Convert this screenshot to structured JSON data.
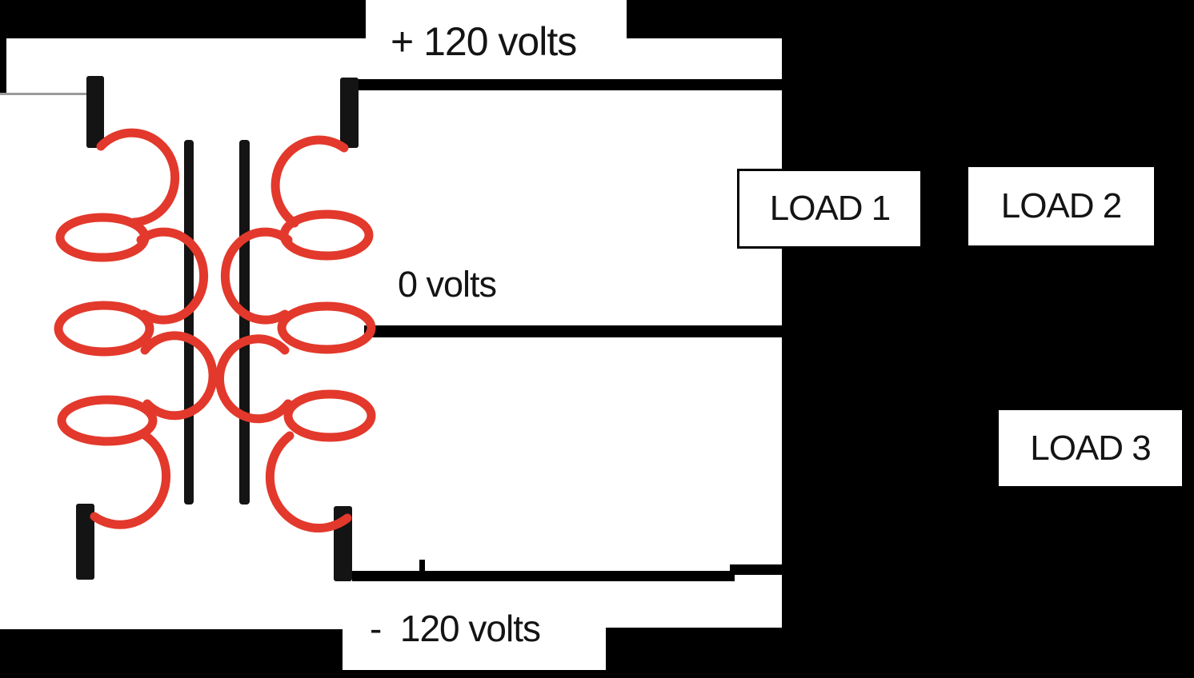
{
  "labels": {
    "top_voltage": "+ 120 volts",
    "center_tap_voltage": "0 volts",
    "bottom_voltage": "-  120 volts"
  },
  "loads": [
    {
      "label": "LOAD 1"
    },
    {
      "label": "LOAD 2"
    },
    {
      "label": "LOAD 3"
    }
  ],
  "colors": {
    "background": "#000000",
    "paper": "#ffffff",
    "winding": "#e2392c",
    "conductor": "#141414",
    "wire": "#000000"
  }
}
